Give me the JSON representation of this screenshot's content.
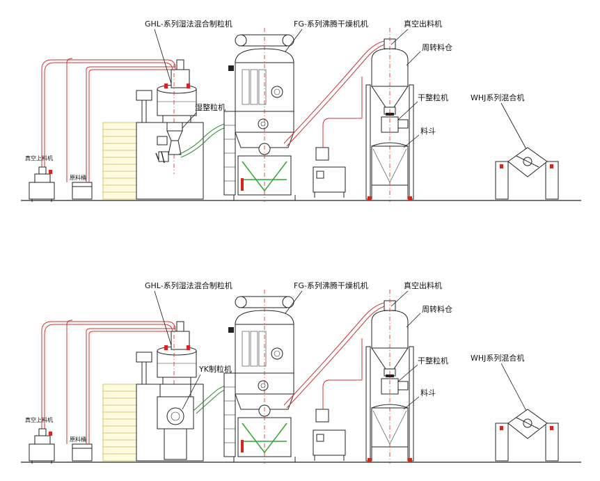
{
  "panels": [
    {
      "id": "top",
      "labels": {
        "granulator_mixer": "GHL-系列湿法混合制粒机",
        "dryer": "FG-系列沸腾干燥机机",
        "vacuum_discharge": "真空出料机",
        "transfer_bin": "周转料仓",
        "sizing_mill": "干整粒机",
        "hopper": "料斗",
        "mixer": "WHJ系列混合机",
        "vacuum_feeder": "真空上料机",
        "raw_bin": "原料桶",
        "wet_mill": "湿整粒机"
      }
    },
    {
      "id": "bottom",
      "labels": {
        "granulator_mixer": "GHL-系列湿法混合制粒机",
        "dryer": "FG-系列沸腾干燥机机",
        "vacuum_discharge": "真空出料机",
        "transfer_bin": "周转料仓",
        "sizing_mill": "干整粒机",
        "hopper": "料斗",
        "mixer": "WHJ系列混合机",
        "vacuum_feeder": "真空上料机",
        "raw_bin": "原料桶",
        "wet_mill": "YK制粒机"
      }
    }
  ],
  "colors": {
    "centerline": "#dd2222",
    "pipe": "#cc3333",
    "green_pipe": "#2a8a2a",
    "platform": "#fffbe0"
  }
}
